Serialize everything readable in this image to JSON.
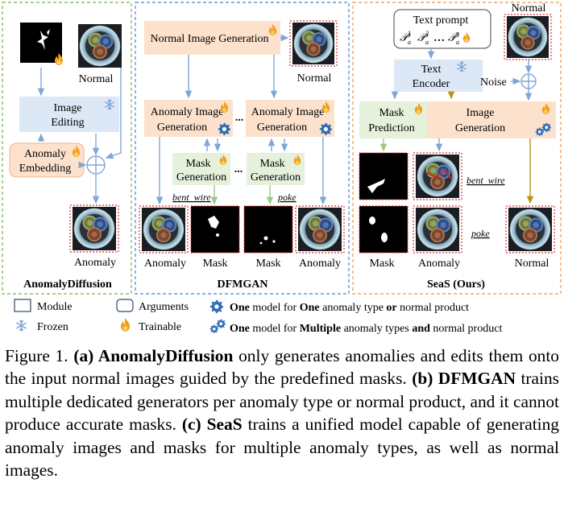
{
  "panels": {
    "anomalydiffusion": {
      "title": "AnomalyDiffusion",
      "normal_label": "Normal",
      "image_editing": [
        "Image",
        "Editing"
      ],
      "anomaly_embedding": [
        "Anomaly",
        "Embedding"
      ],
      "anomaly_label": "Anomaly"
    },
    "dfmgan": {
      "title": "DFMGAN",
      "normal_image_generation": "Normal Image Generation",
      "normal_label": "Normal",
      "anomaly_image_generation": [
        "Anomaly Image",
        "Generation"
      ],
      "mask_generation": [
        "Mask",
        "Generation"
      ],
      "dots": "...",
      "type_1": "bent_wire",
      "type_2": "poke",
      "bottom_labels": [
        "Anomaly",
        "Mask",
        "Mask",
        "Anomaly"
      ]
    },
    "seas": {
      "title": "SeaS (Ours)",
      "text_prompt": "Text prompt",
      "normal_label": "Normal",
      "text_encoder": [
        "Text",
        "Encoder"
      ],
      "noise": "Noise",
      "mask_prediction": [
        "Mask",
        "Prediction"
      ],
      "image_generation": [
        "Image",
        "Generation"
      ],
      "type_1": "bent_wire",
      "type_2": "poke",
      "bottom_labels": [
        "Mask",
        "Anomaly",
        "Normal"
      ]
    }
  },
  "legend": {
    "module": "Module",
    "arguments": "Arguments",
    "frozen": "Frozen",
    "trainable": "Trainable",
    "one_model_pre": "One",
    "one_model_mid": " model for ",
    "one_model_bold2": "One",
    "one_model_rest": " anomaly type ",
    "one_model_or": "or",
    "one_model_end": " normal product",
    "multi_pre": "One",
    "multi_mid": " model for ",
    "multi_bold": "Multiple",
    "multi_rest": " anomaly types ",
    "multi_and": "and",
    "multi_end": " normal product"
  },
  "caption": {
    "fig": "Figure 1.  ",
    "a_label": "(a) AnomalyDiffusion",
    "a_text": " only generates anomalies and edits them onto the input normal images guided by the predefined masks. ",
    "b_label": "(b) DFMGAN",
    "b_text": " trains multiple dedicated generators per anomaly type or normal product, and it cannot produce accurate masks. ",
    "c_label": "(c) SeaS",
    "c_text": " trains a unified model capable of generating anomaly images and masks for multiple anomaly types, as well as normal images."
  },
  "colors": {
    "green_border": "#8cbf6a",
    "blue_border": "#5b9bd5",
    "orange_border": "#f4a460",
    "module_blue": "#dde8f6",
    "module_orange": "#fce2cd",
    "module_green": "#e6f1dc",
    "arrow_blue": "#7fa6d8",
    "arrow_green": "#9dc983",
    "arrow_gold": "#c09018",
    "gear_blue": "#2f6db5",
    "flame": "#f0a020",
    "snow": "#7aa6d8",
    "image_border": "#d83030"
  }
}
